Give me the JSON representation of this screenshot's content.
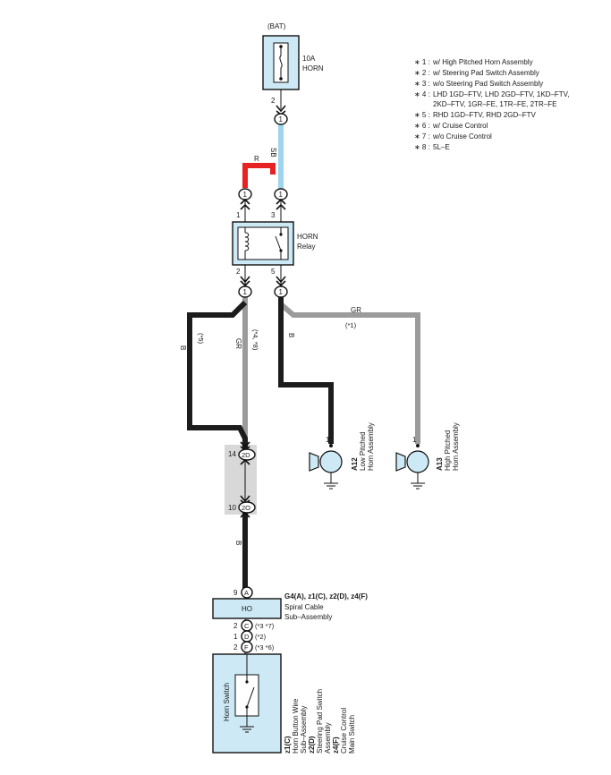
{
  "battery_label": "(BAT)",
  "fuse": {
    "rating": "10A",
    "name": "HORN"
  },
  "relay": {
    "name_line1": "HORN",
    "name_line2": "Relay"
  },
  "wires": {
    "sb": "SB",
    "r": "R",
    "gr": "GR",
    "b": "B"
  },
  "wire_notes": {
    "star5": "(*5)",
    "star4_8": "(*4, *8)",
    "star1": "(*1)"
  },
  "pins": {
    "fuse_out": "2",
    "relay_1": "1",
    "relay_3": "3",
    "relay_2": "2",
    "relay_5": "5",
    "jc_14": "14",
    "jc_10": "10",
    "horn_low": "1",
    "horn_high": "1",
    "spiral_9": "9",
    "spiral_2a": "2",
    "spiral_1": "1",
    "spiral_2b": "2"
  },
  "connector_letters": {
    "one": "1",
    "j2d": "2D",
    "j2o": "2O",
    "a": "A",
    "c": "C",
    "d": "D",
    "f": "F"
  },
  "horn_low": {
    "code": "A12",
    "line1": "Low Pitched",
    "line2": "Horn Assembly"
  },
  "horn_high": {
    "code": "A13",
    "line1": "High Pitched",
    "line2": "Horn Assembly"
  },
  "spiral": {
    "code_label": "HO",
    "connectors": "G4(A), z1(C), z2(D), z4(F)",
    "name_line1": "Spiral Cable",
    "name_line2": "Sub–Assembly",
    "note_c": "(*3 *7)",
    "note_d": "(*2)",
    "note_f": "(*3 *6)"
  },
  "horn_switch": {
    "label": "Horn Switch",
    "z1_code": "z1(C)",
    "z1_line1": "Horn Button Wire",
    "z1_line2": "Sub–Assembly",
    "z2_code": "z2(D)",
    "z2_line1": "Steering Pad Switch",
    "z2_line2": "Assembly",
    "z4_code": "z4(F)",
    "z4_line1": "Cruise Control",
    "z4_line2": "Main Switch"
  },
  "legend": [
    {
      "mark": "∗ 1 :",
      "text": "w/ High Pitched Horn Assembly"
    },
    {
      "mark": "∗ 2 :",
      "text": "w/ Steering Pad Switch Assembly"
    },
    {
      "mark": "∗ 3 :",
      "text": "w/o Steering Pad Switch Assembly"
    },
    {
      "mark": "∗ 4 :",
      "text": "LHD 1GD–FTV,  LHD 2GD–FTV,  1KD–FTV,"
    },
    {
      "mark": "",
      "text": "2KD–FTV,  1GR–FE,  1TR–FE,  2TR–FE"
    },
    {
      "mark": "∗ 5 :",
      "text": "RHD 1GD–FTV,  RHD 2GD–FTV"
    },
    {
      "mark": "∗ 6 :",
      "text": "w/ Cruise Control"
    },
    {
      "mark": "∗ 7 :",
      "text": "w/o Cruise Control"
    },
    {
      "mark": "∗ 8 :",
      "text": "5L–E"
    }
  ],
  "colors": {
    "wire_black": "#1c1c1c",
    "wire_gray": "#9b9b9b",
    "wire_sb": "#9fd4ef",
    "wire_red": "#e62222",
    "component_fill": "#cde9f5",
    "junction_fill": "#d8d8d8"
  }
}
